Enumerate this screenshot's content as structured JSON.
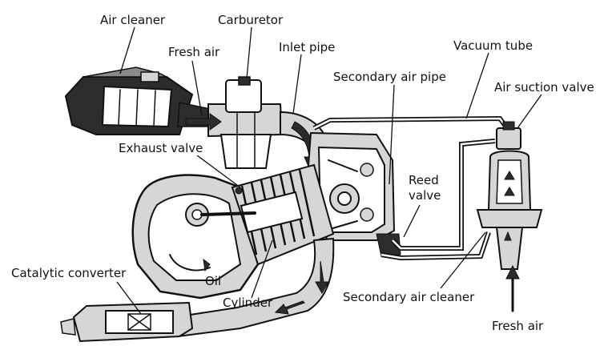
{
  "labels": {
    "air_cleaner": "Air cleaner",
    "carburetor": "Carburetor",
    "fresh_air_top": "Fresh air",
    "inlet_pipe": "Inlet pipe",
    "vacuum_tube": "Vacuum tube",
    "secondary_air_pipe": "Secondary air pipe",
    "air_suction_valve": "Air suction valve",
    "exhaust_valve": "Exhaust valve",
    "reed_valve_line1": "Reed",
    "reed_valve_line2": "valve",
    "catalytic_converter": "Catalytic converter",
    "oil": "Oil",
    "cylinder": "Cylinder",
    "secondary_air_cleaner": "Secondary air cleaner",
    "fresh_air_bottom": "Fresh air"
  }
}
